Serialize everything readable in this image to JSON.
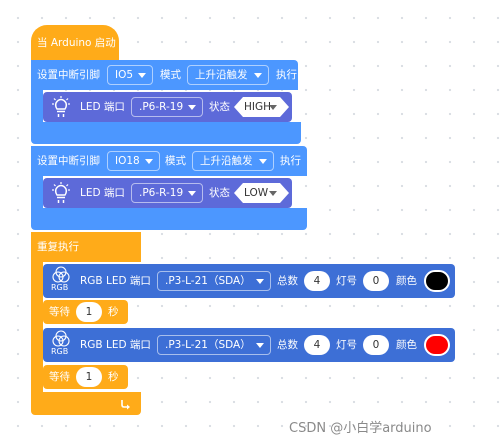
{
  "hat": {
    "label": "当 Arduino 启动"
  },
  "interrupt_blocks": [
    {
      "prefix": "设置中断引脚",
      "pin": "IO5",
      "mode_label": "模式",
      "mode": "上升沿触发",
      "exec_label": "执行",
      "led": {
        "label": "LED 端口",
        "port": ".P6-R-19",
        "state_label": "状态",
        "state": "HIGH"
      }
    },
    {
      "prefix": "设置中断引脚",
      "pin": "IO18",
      "mode_label": "模式",
      "mode": "上升沿触发",
      "exec_label": "执行",
      "led": {
        "label": "LED 端口",
        "port": ".P6-R-19",
        "state_label": "状态",
        "state": "LOW"
      }
    }
  ],
  "loop": {
    "label": "重复执行",
    "rgb_blocks": [
      {
        "icon_text": "RGB",
        "label": "RGB LED 端口",
        "port": ".P3-L-21（SDA）",
        "total_label": "总数",
        "total": "4",
        "lamp_label": "灯号",
        "lamp": "0",
        "color_label": "颜色",
        "color": "#000000"
      },
      {
        "icon_text": "RGB",
        "label": "RGB LED 端口",
        "port": ".P3-L-21（SDA）",
        "total_label": "总数",
        "total": "4",
        "lamp_label": "灯号",
        "lamp": "0",
        "color_label": "颜色",
        "color": "#ff0000"
      }
    ],
    "waits": [
      {
        "label": "等待",
        "value": "1",
        "unit": "秒"
      },
      {
        "label": "等待",
        "value": "1",
        "unit": "秒"
      }
    ]
  },
  "watermark": "CSDN @小白学arduino"
}
